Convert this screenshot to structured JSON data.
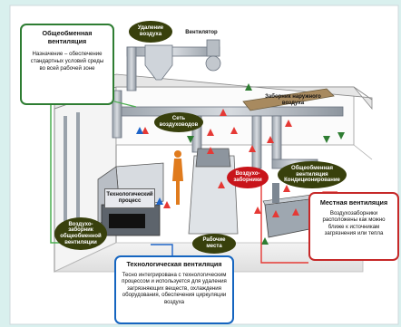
{
  "labels": {
    "exhaust_removal": "Удаление воздуха",
    "fan": "Вентилятор",
    "outdoor_air_intake": "Заборник наружного воздуха",
    "duct_network": "Сеть воздуховодов",
    "general_vent_conditioning": "Общеобменная вентиляция Кондиционирование",
    "air_intakes": "Воздухо-заборники",
    "process": "Технологический процесс",
    "intakes_general": "Воздухо-заборник общеобменной вентиляции",
    "workplace": "Рабочие места"
  },
  "boxes": {
    "general": {
      "title": "Общеобменная вентиляция",
      "body": "Назначение – обеспечение стандартных условий среды во всей рабочей зоне"
    },
    "local": {
      "title": "Местная вентиляция",
      "body": "Воздухозаборники расположены как можно ближе к источникам загрязнения или тепла"
    },
    "tech": {
      "title": "Технологическая вентиляция",
      "body": "Тесно интегрирована с технологическим процессом и используется для удаления загрязняющих веществ, охлаждения оборудования, обеспечения циркуляции воздуха"
    }
  },
  "colors": {
    "background": "#d9f0ee",
    "general_border": "#2e7d32",
    "local_border": "#c62828",
    "tech_border": "#1565c0",
    "label_oval": "#38400c",
    "local_oval": "#c8141a",
    "clean_air_arrow": "#2e7d32",
    "exhaust_arrow": "#e53935"
  }
}
